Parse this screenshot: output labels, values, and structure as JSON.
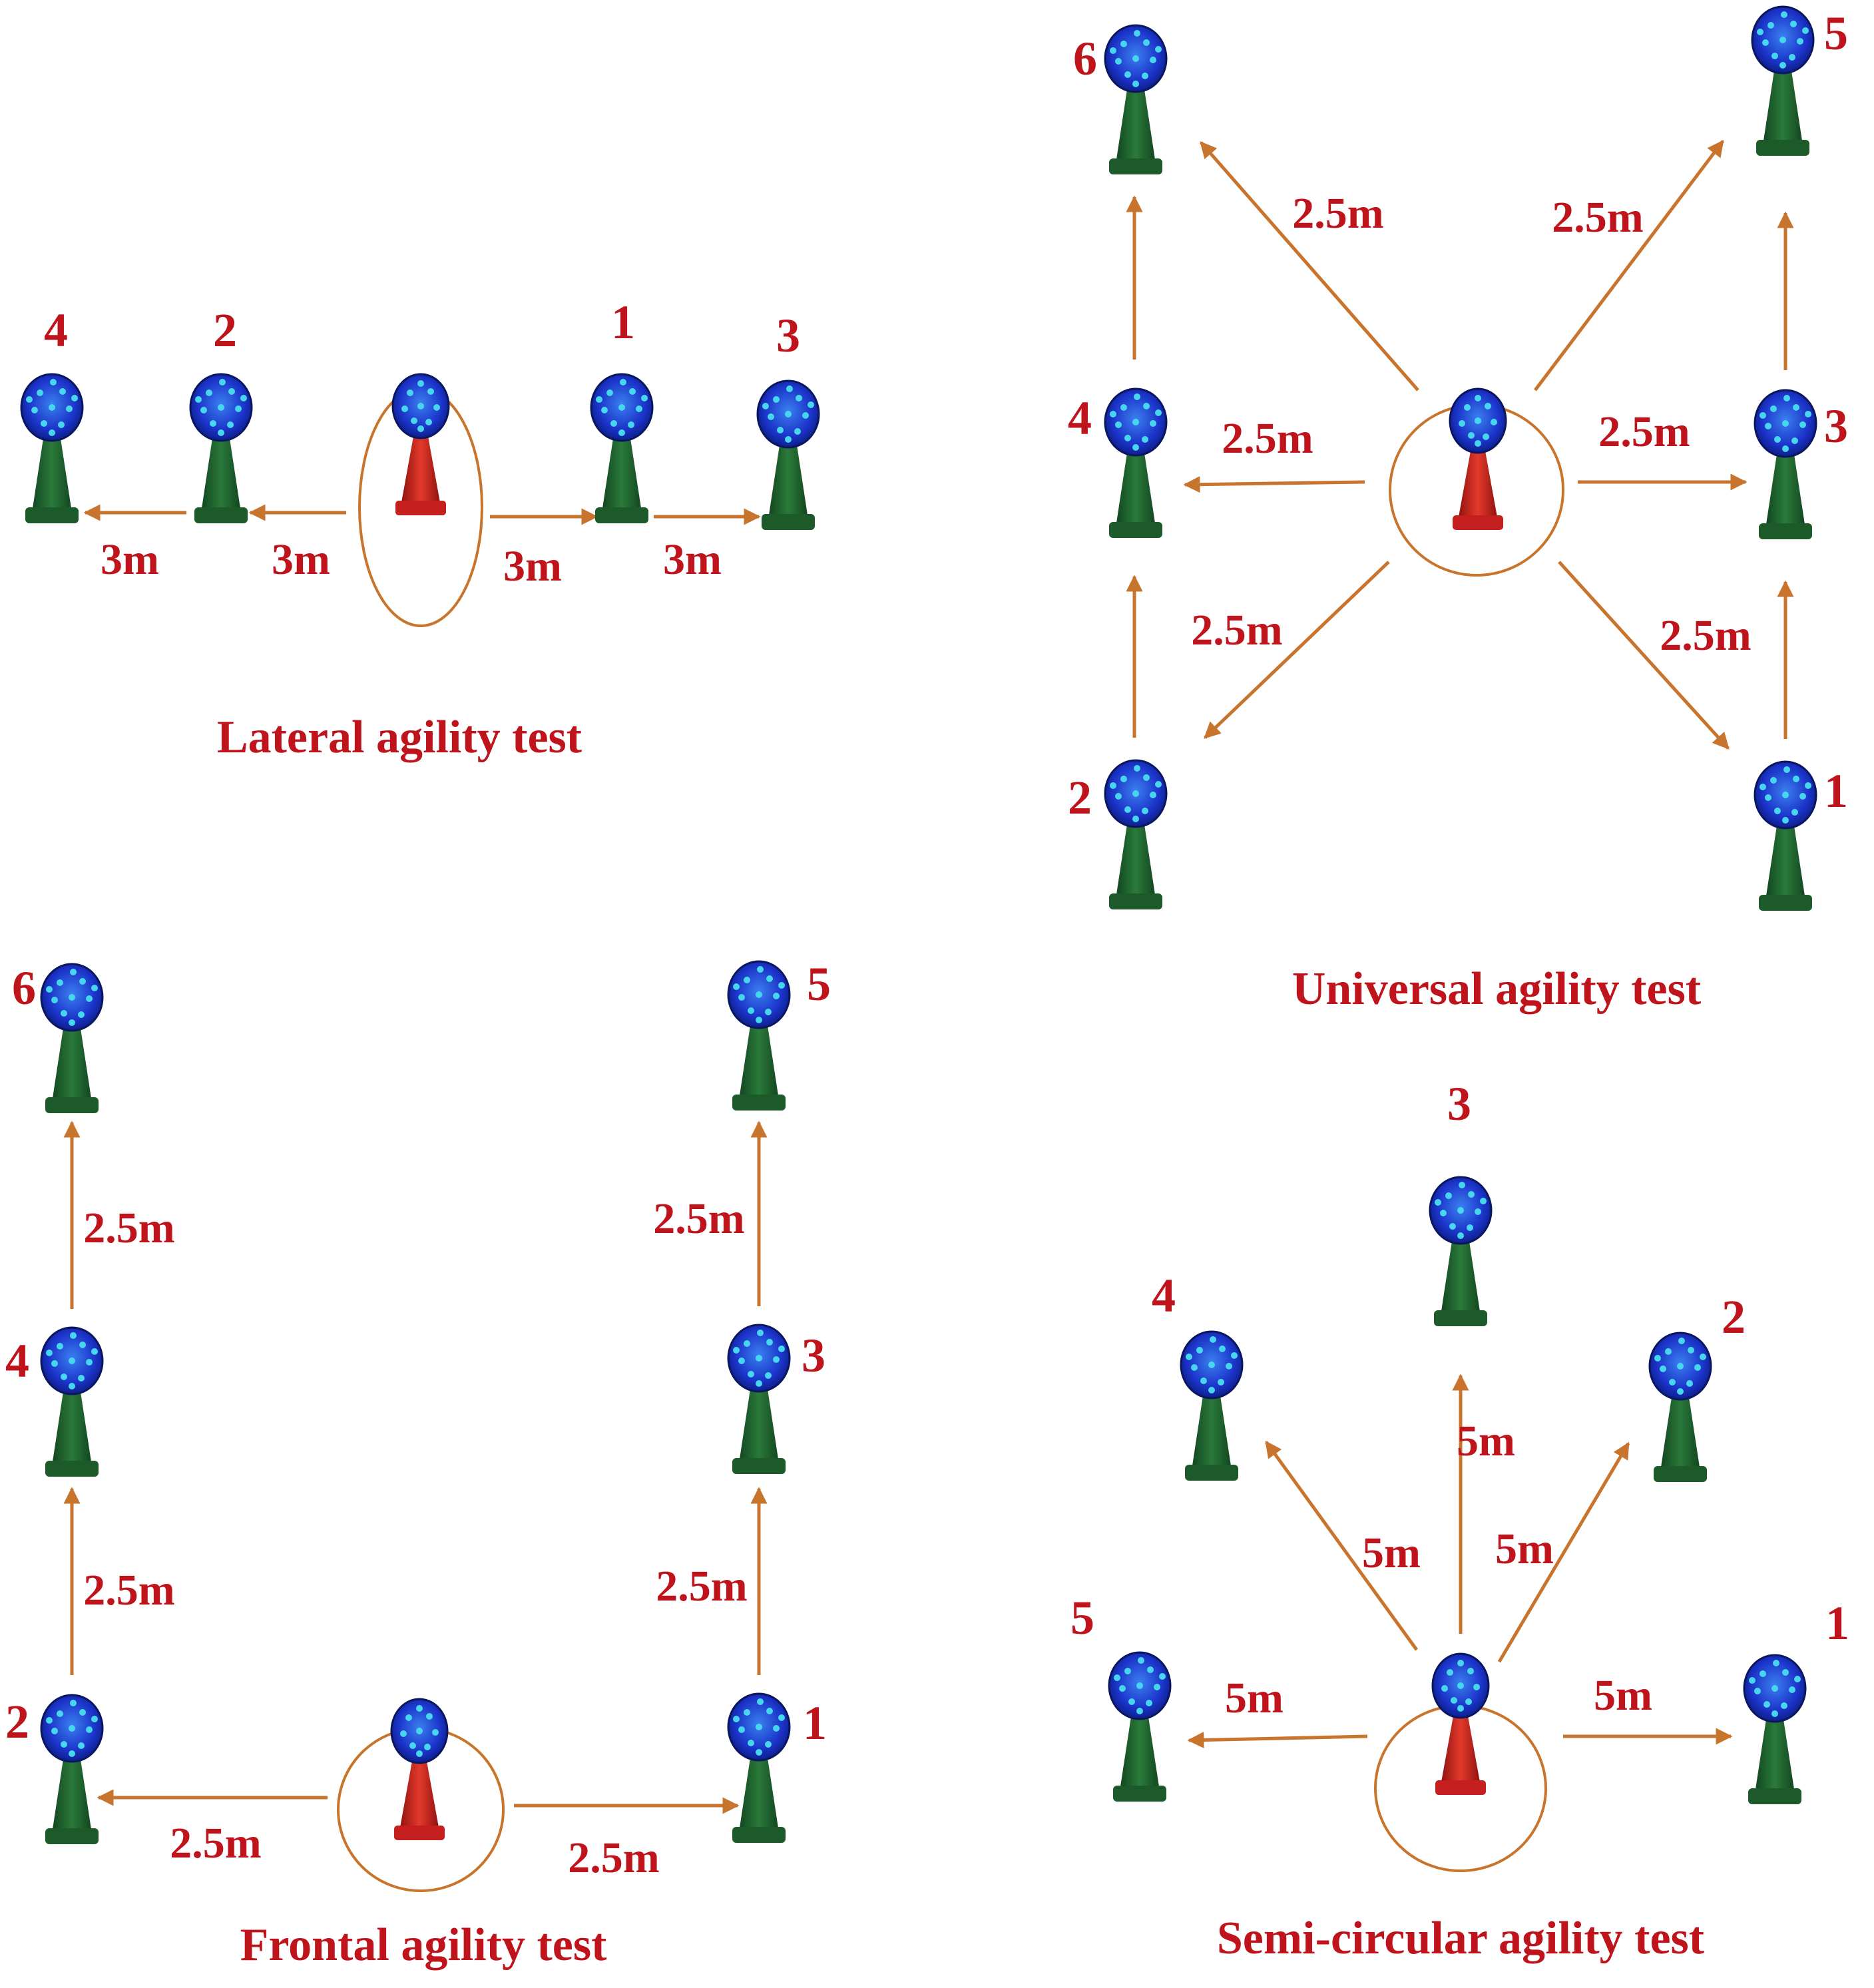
{
  "colors": {
    "label": "#c0141c",
    "arrow": "#c8742c",
    "cone": "#1d5a2a",
    "start_cone": "#c41e1e",
    "light": "#1b33c9",
    "light_glow": "#46d7ef",
    "circle": "#c8742c"
  },
  "icons": {
    "light": "reaction-light-icon",
    "start": "start-cone-icon"
  },
  "diagrams": {
    "lateral": {
      "title": "Lateral agility test",
      "lights": [
        {
          "number": "4"
        },
        {
          "number": "2"
        },
        {
          "number": "1"
        },
        {
          "number": "3"
        }
      ],
      "distances": [
        "3m",
        "3m",
        "3m",
        "3m"
      ]
    },
    "universal": {
      "title": "Universal agility test",
      "lights": [
        {
          "number": "6"
        },
        {
          "number": "5"
        },
        {
          "number": "4"
        },
        {
          "number": "3"
        },
        {
          "number": "2"
        },
        {
          "number": "1"
        }
      ],
      "distances": [
        "2.5m",
        "2.5m",
        "2.5m",
        "2.5m",
        "2.5m",
        "2.5m"
      ]
    },
    "frontal": {
      "title": "Frontal agility test",
      "lights": [
        {
          "number": "6"
        },
        {
          "number": "5"
        },
        {
          "number": "4"
        },
        {
          "number": "3"
        },
        {
          "number": "2"
        },
        {
          "number": "1"
        }
      ],
      "distances": [
        "2.5m",
        "2.5m",
        "2.5m",
        "2.5m",
        "2.5m",
        "2.5m"
      ]
    },
    "semicircular": {
      "title": "Semi-circular agility test",
      "lights": [
        {
          "number": "3"
        },
        {
          "number": "4"
        },
        {
          "number": "2"
        },
        {
          "number": "5"
        },
        {
          "number": "1"
        }
      ],
      "distances": [
        "5m",
        "5m",
        "5m",
        "5m",
        "5m"
      ]
    }
  }
}
